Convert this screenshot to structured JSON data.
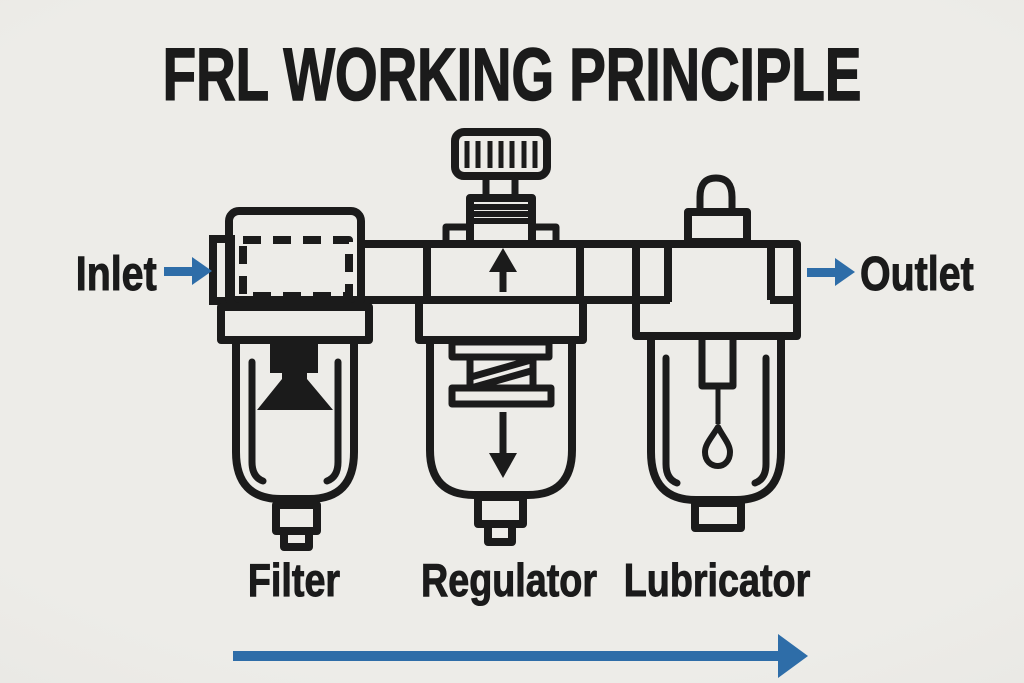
{
  "title": "FRL WORKING PRINCIPLE",
  "ports": {
    "inlet_label": "Inlet",
    "outlet_label": "Outlet"
  },
  "components": [
    {
      "id": "filter",
      "label": "Filter"
    },
    {
      "id": "regulator",
      "label": "Regulator"
    },
    {
      "id": "lubricator",
      "label": "Lubricator"
    }
  ],
  "flow": {
    "direction": "left-to-right"
  },
  "colors": {
    "background": "#eae9e5",
    "line": "#1b1b1b",
    "blue": "#2e6da8"
  }
}
